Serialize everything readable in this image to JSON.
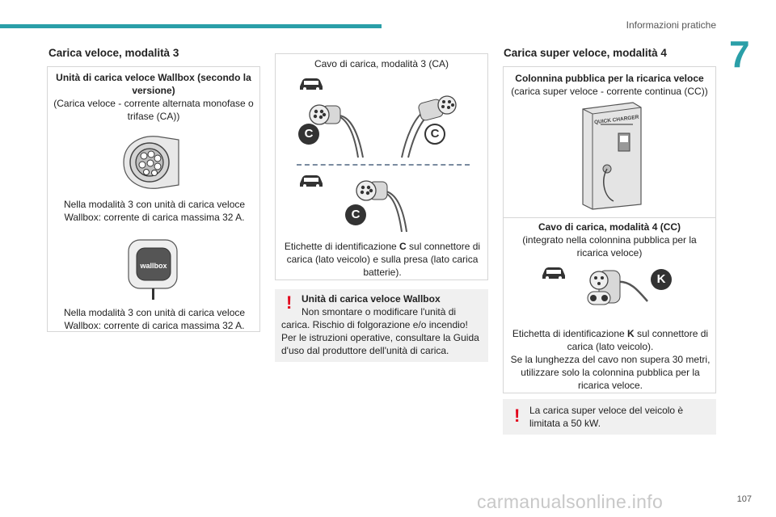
{
  "header": {
    "title": "Informazioni pratiche",
    "chapter": "7"
  },
  "left": {
    "section_title": "Carica veloce, modalità 3",
    "box_title_bold": "Unità di carica veloce Wallbox (secondo la versione)",
    "box_subtitle": "(Carica veloce - corrente alternata monofase o trifase (CA))",
    "text1": "Nella modalità 3 con unità di carica veloce Wallbox: corrente di carica massima 32 A.",
    "wallbox_logo": "wallbox",
    "text2": "Nella modalità 3 con unità di carica veloce Wallbox: corrente di carica massima 32 A."
  },
  "middle": {
    "box_title": "Cavo di carica, modalità 3 (CA)",
    "label_c": "C",
    "caption_pre": "Etichette di identificazione ",
    "caption_bold": "C",
    "caption_post": " sul connettore di carica (lato veicolo) e sulla presa (lato carica batterie).",
    "warn_title": "Unità di carica veloce Wallbox",
    "warn_text": "Non smontare o modificare l'unità di carica. Rischio di folgorazione e/o incendio! Per le istruzioni operative, consultare la Guida d'uso dal produttore dell'unità di carica."
  },
  "right": {
    "section_title": "Carica super veloce, modalità 4",
    "box1_title": "Colonnina pubblica per la ricarica veloce",
    "box1_subtitle": "(carica super veloce - corrente continua (CC))",
    "quick_charger_label": "QUICK CHARGER",
    "box2_title": "Cavo di carica, modalità 4 (CC)",
    "box2_subtitle": "(integrato nella colonnina pubblica per la ricarica veloce)",
    "label_k": "K",
    "caption_pre": "Etichetta di identificazione ",
    "caption_bold": "K",
    "caption_post": " sul connettore di carica (lato veicolo).",
    "caption2": "Se la lunghezza del cavo non supera 30 metri, utilizzare solo la colonnina pubblica per la ricarica veloce.",
    "warn_text": "La carica super veloce del veicolo è limitata a 50 kW."
  },
  "footer": {
    "site": "carmanualsonline.info",
    "page": "107"
  },
  "colors": {
    "accent": "#2a9fa8",
    "warning": "#e2001a",
    "badge": "#333333"
  }
}
